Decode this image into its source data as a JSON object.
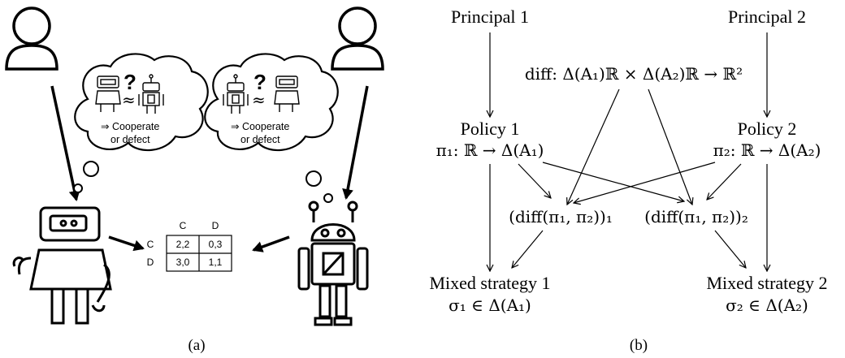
{
  "panel_a": {
    "caption": "(a)",
    "thought_left": {
      "line1": "⇒ Cooperate",
      "line2": "or defect"
    },
    "thought_right": {
      "line1": "⇒ Cooperate",
      "line2": "or defect"
    },
    "approx_symbol": "≈",
    "question_mark": "?",
    "payoff_table": {
      "col_headers": [
        "C",
        "D"
      ],
      "row_headers": [
        "C",
        "D"
      ],
      "cells": [
        [
          "2,2",
          "0,3"
        ],
        [
          "3,0",
          "1,1"
        ]
      ]
    }
  },
  "panel_b": {
    "caption": "(b)",
    "principal_1": "Principal 1",
    "principal_2": "Principal 2",
    "diff_label": "diff: Δ(A₁)ℝ × Δ(A₂)ℝ → ℝ²",
    "policy_1": "Policy 1",
    "policy_2": "Policy 2",
    "policy_1_math": "π₁: ℝ → Δ(A₁)",
    "policy_2_math": "π₂: ℝ → Δ(A₂)",
    "diff_out_1": "(diff(π₁, π₂))₁",
    "diff_out_2": "(diff(π₁, π₂))₂",
    "mixed_1": "Mixed strategy 1",
    "mixed_2": "Mixed strategy 2",
    "sigma_1": "σ₁ ∈ Δ(A₁)",
    "sigma_2": "σ₂ ∈ Δ(A₂)"
  }
}
